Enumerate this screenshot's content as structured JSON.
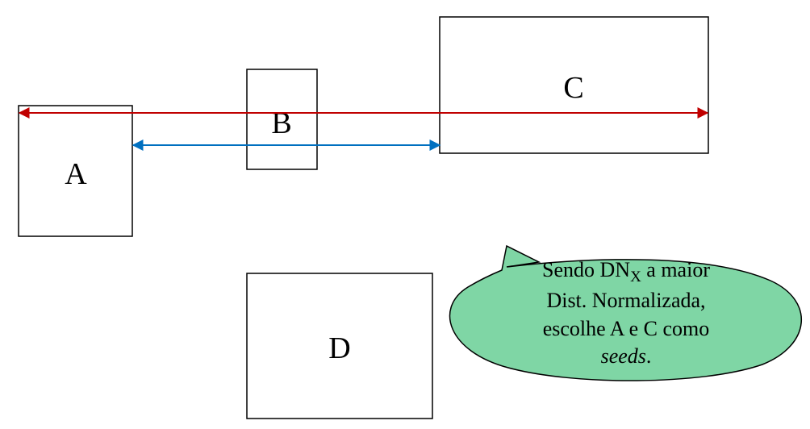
{
  "diagram": {
    "boxes": {
      "a": {
        "label": "A"
      },
      "b": {
        "label": "B"
      },
      "c": {
        "label": "C"
      },
      "d": {
        "label": "D"
      }
    },
    "arrows": {
      "red": {
        "color": "#c00000"
      },
      "blue": {
        "color": "#0070c0"
      }
    },
    "callout": {
      "fill": "#7fd6a5",
      "line1_pre": "Sendo DN",
      "line1_sub": "X",
      "line1_post": " a maior",
      "line2": "Dist. Normalizada,",
      "line3": "escolhe A e C como",
      "line4_italic": "seeds",
      "line4_post": "."
    }
  }
}
